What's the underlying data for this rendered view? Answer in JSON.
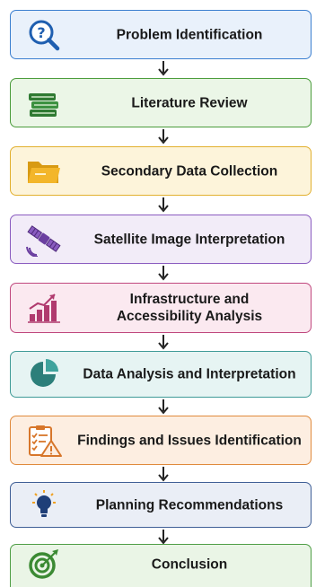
{
  "steps": [
    {
      "label": "Problem Identification",
      "icon": "question-magnifier-icon",
      "bg": "#e9f1fb",
      "border": "#3b7fd0"
    },
    {
      "label": "Literature Review",
      "icon": "books-icon",
      "bg": "#ebf6e7",
      "border": "#4b9c3c"
    },
    {
      "label": "Secondary Data Collection",
      "icon": "folder-icon",
      "bg": "#fdf4da",
      "border": "#e2b02f"
    },
    {
      "label": "Satellite Image Interpretation",
      "icon": "satellite-icon",
      "bg": "#f2ecf8",
      "border": "#8a5cc0"
    },
    {
      "label": "Infrastructure and Accessibility Analysis",
      "icon": "bar-chart-icon",
      "bg": "#fbe9f0",
      "border": "#c0487e"
    },
    {
      "label": "Data Analysis and Interpretation",
      "icon": "pie-chart-icon",
      "bg": "#e6f4f3",
      "border": "#3f9b97"
    },
    {
      "label": "Findings and Issues Identification",
      "icon": "checklist-warning-icon",
      "bg": "#fdeee1",
      "border": "#e08a3c"
    },
    {
      "label": "Planning Recommendations",
      "icon": "lightbulb-icon",
      "bg": "#eaeef6",
      "border": "#3f5f96"
    },
    {
      "label": "Conclusion",
      "icon": "target-icon",
      "bg": "#eaf5e6",
      "border": "#4f9e46"
    }
  ]
}
